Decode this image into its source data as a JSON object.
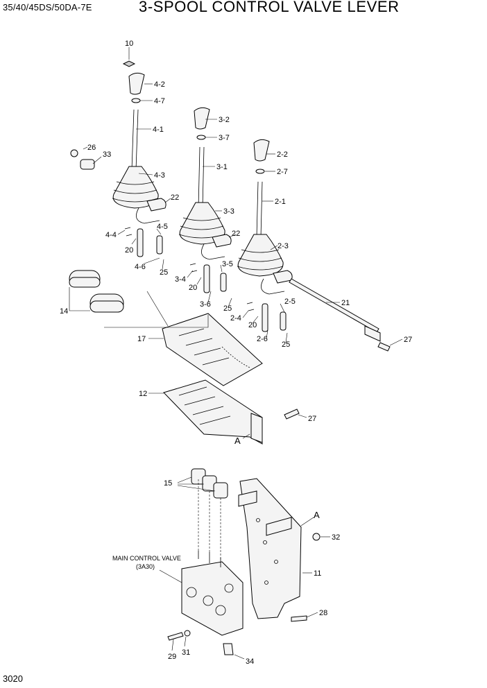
{
  "header": {
    "model": "35/40/45DS/50DA-7E",
    "title": "3-SPOOL CONTROL VALVE LEVER"
  },
  "footer": {
    "page_number": "3020"
  },
  "callouts": {
    "p10": "10",
    "p4_2": "4-2",
    "p4_7": "4-7",
    "p4_1": "4-1",
    "p3_2": "3-2",
    "p3_7": "3-7",
    "p3_1": "3-1",
    "p26": "26",
    "p33": "33",
    "p4_3": "4-3",
    "p2_2": "2-2",
    "p2_7": "2-7",
    "p2_1": "2-1",
    "p22a": "22",
    "p4_4": "4-4",
    "p4_5": "4-5",
    "p20a": "20",
    "p4_6": "4-6",
    "p25a": "25",
    "p3_3": "3-3",
    "p22b": "22",
    "p3_5": "3-5",
    "p3_4": "3-4",
    "p20b": "20",
    "p3_6": "3-6",
    "p25b": "25",
    "p2_3": "2-3",
    "p2_5": "2-5",
    "p2_4": "2-4",
    "p20c": "20",
    "p2_6": "2-6",
    "p25c": "25",
    "p14": "14",
    "p21": "21",
    "p27a": "27",
    "p17": "17",
    "p12": "12",
    "p27b": "27",
    "pA1": "A",
    "p15": "15",
    "pA2": "A",
    "p32": "32",
    "p11": "11",
    "p28": "28",
    "p29": "29",
    "p31": "31",
    "p34": "34"
  },
  "notes": {
    "main_control_valve": "MAIN CONTROL VALVE",
    "main_control_valve_ref": "(3A30)"
  }
}
